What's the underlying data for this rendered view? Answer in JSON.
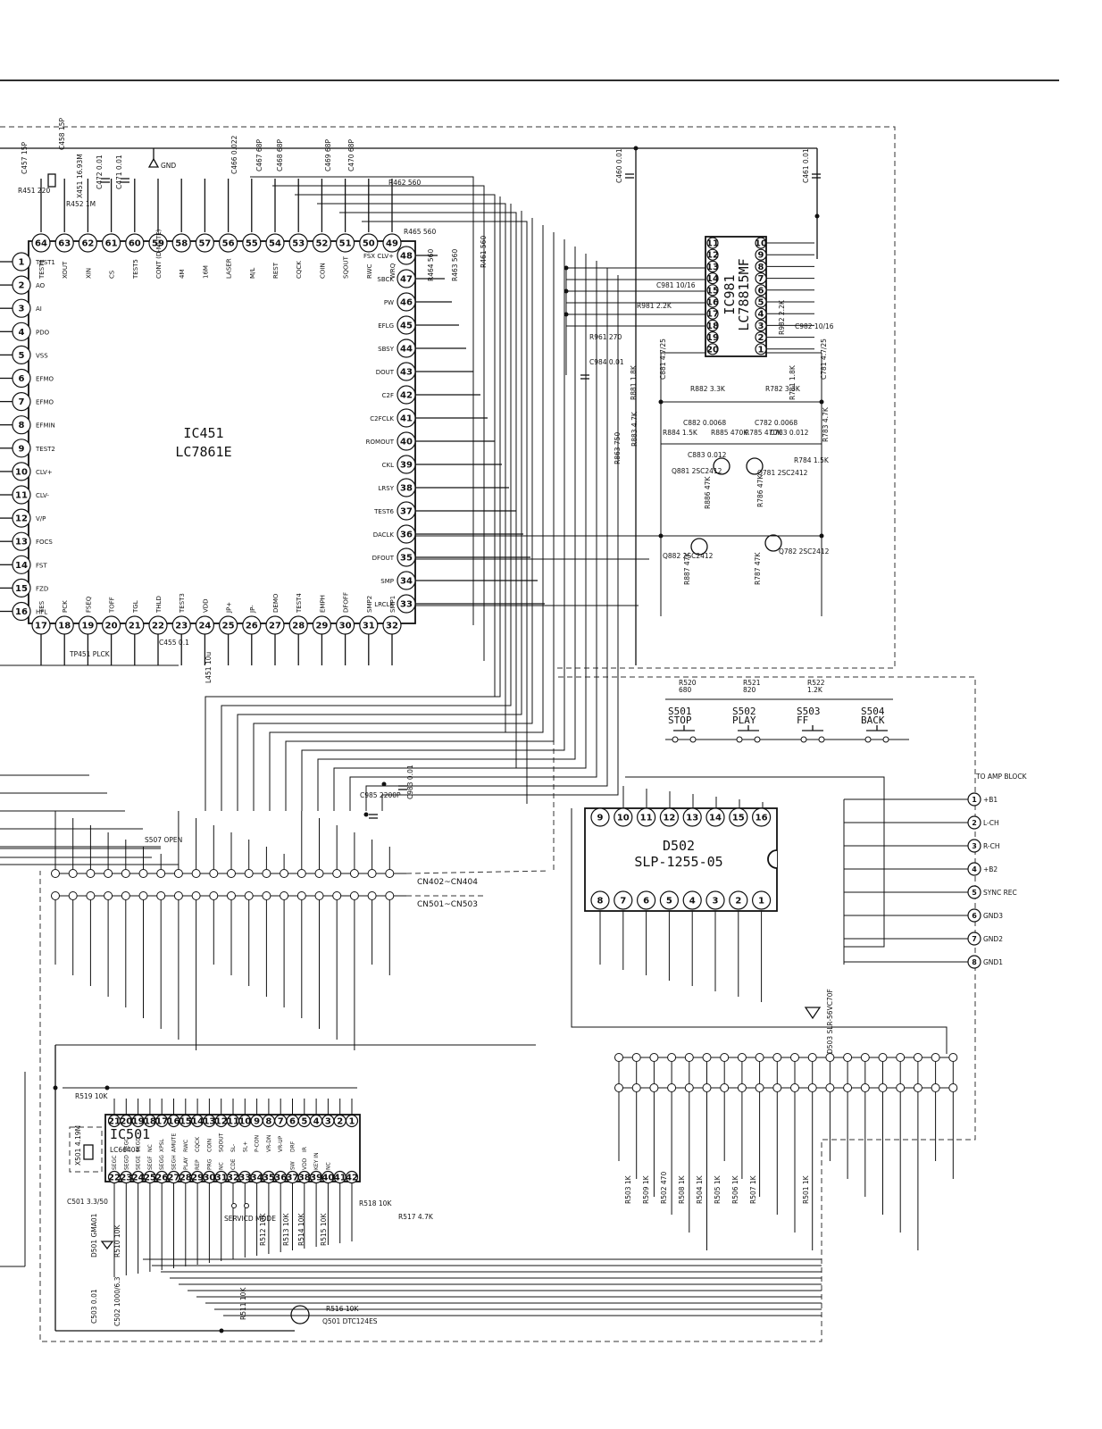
{
  "ic451": {
    "ref": "IC451",
    "part": "LC7861E",
    "top_pins": [
      {
        "n": "64",
        "l": "TEST1"
      },
      {
        "n": "63",
        "l": "XOUT"
      },
      {
        "n": "62",
        "l": "XIN"
      },
      {
        "n": "61",
        "l": "CS"
      },
      {
        "n": "60",
        "l": "TEST5"
      },
      {
        "n": "59",
        "l": "CONT (D-MUTE)"
      },
      {
        "n": "58",
        "l": "4M"
      },
      {
        "n": "57",
        "l": "16M"
      },
      {
        "n": "56",
        "l": "LASER"
      },
      {
        "n": "55",
        "l": "M/L"
      },
      {
        "n": "54",
        "l": "REST"
      },
      {
        "n": "53",
        "l": "CQCK"
      },
      {
        "n": "52",
        "l": "COIN"
      },
      {
        "n": "51",
        "l": "SQOUT"
      },
      {
        "n": "50",
        "l": "RWC"
      },
      {
        "n": "49",
        "l": "WRQ"
      }
    ],
    "left_pins": [
      {
        "n": "1",
        "l": "TEST1"
      },
      {
        "n": "2",
        "l": "AO"
      },
      {
        "n": "3",
        "l": "AI"
      },
      {
        "n": "4",
        "l": "PDO"
      },
      {
        "n": "5",
        "l": "VSS"
      },
      {
        "n": "6",
        "l": "EFMO"
      },
      {
        "n": "7",
        "l": "EFMO"
      },
      {
        "n": "8",
        "l": "EFMIN"
      },
      {
        "n": "9",
        "l": "TEST2"
      },
      {
        "n": "10",
        "l": "CLV+"
      },
      {
        "n": "11",
        "l": "CLV-"
      },
      {
        "n": "12",
        "l": "V/P"
      },
      {
        "n": "13",
        "l": "FOCS"
      },
      {
        "n": "14",
        "l": "FST"
      },
      {
        "n": "15",
        "l": "FZD"
      },
      {
        "n": "16",
        "l": "HFL"
      }
    ],
    "bottom_pins": [
      {
        "n": "17",
        "l": "TES"
      },
      {
        "n": "18",
        "l": "PCK"
      },
      {
        "n": "19",
        "l": "FSEQ"
      },
      {
        "n": "20",
        "l": "TOFF"
      },
      {
        "n": "21",
        "l": "TGL"
      },
      {
        "n": "22",
        "l": "THLD"
      },
      {
        "n": "23",
        "l": "TEST3"
      },
      {
        "n": "24",
        "l": "VDD"
      },
      {
        "n": "25",
        "l": "JP+"
      },
      {
        "n": "26",
        "l": "JP-"
      },
      {
        "n": "27",
        "l": "DEMO"
      },
      {
        "n": "28",
        "l": "TEST4"
      },
      {
        "n": "29",
        "l": "EMPH"
      },
      {
        "n": "30",
        "l": "DFOFF"
      },
      {
        "n": "31",
        "l": "SMP2"
      },
      {
        "n": "32",
        "l": "SMP1"
      }
    ],
    "right_pins": [
      {
        "n": "48",
        "l": "FSX CLV+"
      },
      {
        "n": "47",
        "l": "SBCK"
      },
      {
        "n": "46",
        "l": "PW"
      },
      {
        "n": "45",
        "l": "EFLG"
      },
      {
        "n": "44",
        "l": "SBSY"
      },
      {
        "n": "43",
        "l": "DOUT"
      },
      {
        "n": "42",
        "l": "C2F"
      },
      {
        "n": "41",
        "l": "C2FCLK"
      },
      {
        "n": "40",
        "l": "ROMOUT"
      },
      {
        "n": "39",
        "l": "CKL"
      },
      {
        "n": "38",
        "l": "LRSY"
      },
      {
        "n": "37",
        "l": "TEST6"
      },
      {
        "n": "36",
        "l": "DACLK"
      },
      {
        "n": "35",
        "l": "DFOUT"
      },
      {
        "n": "34",
        "l": "SMP"
      },
      {
        "n": "33",
        "l": "LRCLK"
      }
    ]
  },
  "ic981": {
    "ref": "IC981",
    "part": "LC78815MF",
    "right_pins": [
      "10",
      "9",
      "8",
      "7",
      "6",
      "5",
      "4",
      "3",
      "2",
      "1"
    ],
    "left_pins": [
      "11",
      "12",
      "13",
      "14",
      "15",
      "16",
      "17",
      "18",
      "19",
      "20"
    ]
  },
  "d502": {
    "ref": "D502",
    "part": "SLP-1255-05",
    "top_pins": [
      "9",
      "10",
      "11",
      "12",
      "13",
      "14",
      "15",
      "16"
    ],
    "bottom_pins": [
      "8",
      "7",
      "6",
      "5",
      "4",
      "3",
      "2",
      "1"
    ]
  },
  "ic501": {
    "ref": "IC501",
    "part": "LC66404",
    "top_pins": [
      "21",
      "20",
      "19",
      "18",
      "17",
      "16",
      "15",
      "14",
      "13",
      "12",
      "11",
      "10",
      "9",
      "8",
      "7",
      "6",
      "5",
      "4",
      "3",
      "2",
      "1"
    ],
    "top_labels": [
      "",
      "SEGC",
      "SEGD",
      "NC",
      "XPSL",
      "AMUTE",
      "RWC",
      "CQCK",
      "COIN",
      "SQOUT",
      "SL-",
      "SL+",
      "P-CON",
      "VR-DN",
      "VR-UP",
      "DRF",
      "IR",
      "",
      "",
      "",
      ""
    ],
    "bottom_pins": [
      "22",
      "23",
      "24",
      "25",
      "26",
      "27",
      "28",
      "29",
      "30",
      "31",
      "32",
      "33",
      "34",
      "35",
      "36",
      "37",
      "38",
      "39",
      "40",
      "41",
      "42"
    ],
    "bottom_labels": [
      "SEGC",
      "SEGD",
      "SEGE",
      "SEGF",
      "SEGG",
      "SEGH",
      "PLAY",
      "REP",
      "PRG",
      "NC",
      "CDE",
      "",
      "",
      "",
      "",
      "SW",
      "VDD",
      "KEY IN",
      "NC",
      "",
      ""
    ]
  },
  "switches": [
    {
      "ref": "S501",
      "name": "STOP",
      "res": "R520",
      "val": "680"
    },
    {
      "ref": "S502",
      "name": "PLAY",
      "res": "R521",
      "val": "820"
    },
    {
      "ref": "S503",
      "name": "FF",
      "res": "R522",
      "val": "1.2K"
    },
    {
      "ref": "S504",
      "name": "BACK",
      "res": "",
      "val": ""
    }
  ],
  "amp_block": {
    "title": "TO AMP BLOCK",
    "pins": [
      {
        "n": "1",
        "l": "+B1"
      },
      {
        "n": "2",
        "l": "L-CH"
      },
      {
        "n": "3",
        "l": "R-CH"
      },
      {
        "n": "4",
        "l": "+B2"
      },
      {
        "n": "5",
        "l": "SYNC REC"
      },
      {
        "n": "6",
        "l": "GND3"
      },
      {
        "n": "7",
        "l": "GND2"
      },
      {
        "n": "8",
        "l": "GND1"
      }
    ]
  },
  "connectors": {
    "upper": "CN402~CN404",
    "lower": "CN501~CN503"
  },
  "labels": {
    "gnd": "GND",
    "s507": "S507 OPEN",
    "tp451": "TP451 PLCK",
    "service": "SERVICD MODE",
    "c455": "C455 0.1",
    "l451": "L451 10u",
    "c985": "C985 2200P",
    "c983": "C983 0.01",
    "c460": "C460 0.01",
    "c461": "C461 0.01",
    "c981": "C981 10/16",
    "r981": "R981 2.2K",
    "c982": "C982 10/16",
    "r982": "R982 2.2K",
    "r961": "R961 270",
    "c984": "C984 0.01",
    "r462": "R462 560",
    "r465": "R465 560",
    "r464": "R464 560",
    "r463": "R463 560",
    "r461": "R461 560",
    "c457": "C457 15P",
    "c458": "C458 15P",
    "r451": "R451 220",
    "x451": "X451 16.93M",
    "r452": "R452 1M",
    "c472": "C472 0.01",
    "c471": "C471 0.01",
    "c466": "C466 0.022",
    "c467": "C467 68P",
    "c468": "C468 68P",
    "c469": "C469 68P",
    "c470": "C470 68P",
    "r881": "R881 1.8K",
    "c881": "C881 4.7/25",
    "r882": "R882 3.3K",
    "r883": "R883 4.7K",
    "r884": "R884 1.5K",
    "r885": "R885 470K",
    "c882": "C882 0.0068",
    "c883": "C883 0.012",
    "q881": "Q881 2SC2412",
    "r886": "R886 47K",
    "q882": "Q882 2SC2412",
    "r887": "R887 47K",
    "r863": "R863 750",
    "r781": "R781 1.8K",
    "c781": "C781 4.7/25",
    "r782": "R782 3.3K",
    "r783": "R783 4.7K",
    "r784": "R784 1.5K",
    "r785": "R785 470K",
    "c782": "C782 0.0068",
    "c783": "C783 0.012",
    "q781": "Q781 2SC2412",
    "r786": "R786 47K",
    "q782": "Q782 2SC2412",
    "r787": "R787 47K",
    "d503": "D503 SLR-56VC70F",
    "r519": "R519 10K",
    "x501": "X501 4.19M",
    "c501": "C501 3.3/50",
    "d501": "D501 GMA01",
    "r510": "R510 10K",
    "c503": "C503 0.01",
    "c502": "C502 1000/6.3",
    "r511": "R511 10K",
    "r512": "R512 10K",
    "r513": "R513 10K",
    "r514": "R514 10K",
    "r515": "R515 10K",
    "r516": "R516 10K",
    "r517": "R517 4.7K",
    "r518": "R518 10K",
    "q501": "Q501 DTC124ES",
    "r503": "R503 1K",
    "r509": "R509 1K",
    "r502": "R502 470",
    "r508": "R508 1K",
    "r504": "R504 1K",
    "r505": "R505 1K",
    "r506": "R506 1K",
    "r507": "R507 1K",
    "r501": "R501 1K"
  }
}
